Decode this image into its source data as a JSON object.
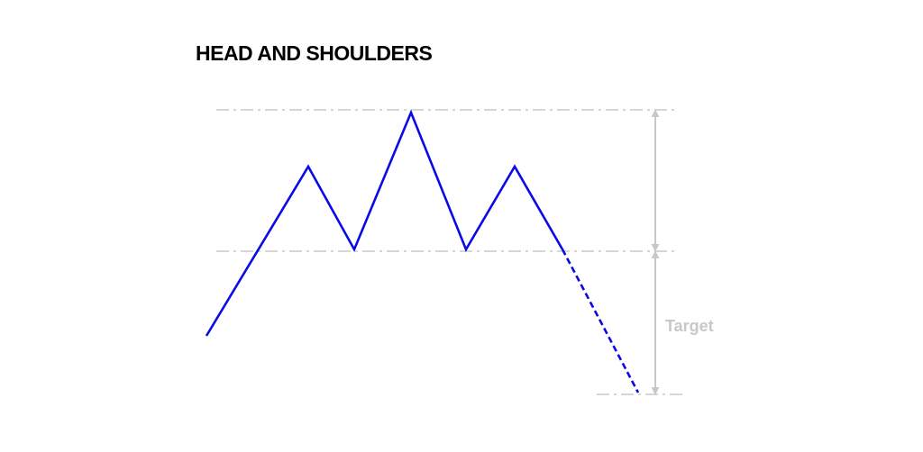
{
  "diagram": {
    "title": "HEAD AND SHOULDERS",
    "target_label": "Target",
    "pattern_points": [
      "start",
      "left-shoulder",
      "left-trough",
      "head",
      "right-trough",
      "right-shoulder",
      "neckline-break"
    ],
    "projection": "dashed",
    "colors": {
      "pattern_line": "#0a0ae6",
      "guide_line": "#c8c8c8",
      "arrow": "#c8c8c8",
      "target_text": "#c8c8c8",
      "title_text": "#000000",
      "background": "#ffffff"
    }
  }
}
